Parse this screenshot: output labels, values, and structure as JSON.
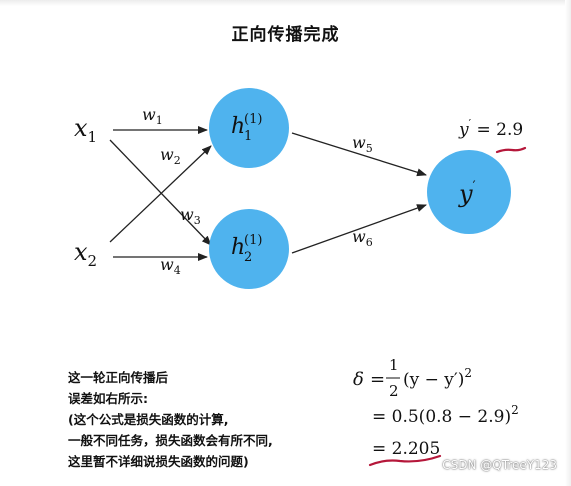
{
  "title": "正向传播完成",
  "inputs": [
    {
      "base": "x",
      "sub": "1"
    },
    {
      "base": "x",
      "sub": "2"
    }
  ],
  "hidden": [
    {
      "base": "h",
      "sub": "1",
      "sup": "(1)"
    },
    {
      "base": "h",
      "sub": "2",
      "sup": "(1)"
    }
  ],
  "output": {
    "base": "y",
    "prime": "′"
  },
  "weights": [
    {
      "base": "w",
      "sub": "1"
    },
    {
      "base": "w",
      "sub": "2"
    },
    {
      "base": "w",
      "sub": "3"
    },
    {
      "base": "w",
      "sub": "4"
    },
    {
      "base": "w",
      "sub": "5"
    },
    {
      "base": "w",
      "sub": "6"
    }
  ],
  "prediction": {
    "base": "y",
    "prime": "′",
    "rest": " = 2.9"
  },
  "colors": {
    "node": "#4fb3ee",
    "underline": "#b5173a",
    "edge": "#222222"
  },
  "note_lines": [
    "这一轮正向传播后",
    "误差如右所示:",
    "(这个公式是损失函数的计算,",
    "一般不同任务，损失函数会有所不同,",
    "这里暂不详细说损失函数的问题)"
  ],
  "formula": {
    "delta": "δ",
    "eq": "=",
    "frac_num": "1",
    "frac_den": "2",
    "line1_rest": "(y − y′)",
    "sq": "2",
    "line2": "= 0.5(0.8 − 2.9)",
    "line3": "= 2.205"
  },
  "watermark": "CSDN @QTreeY123"
}
